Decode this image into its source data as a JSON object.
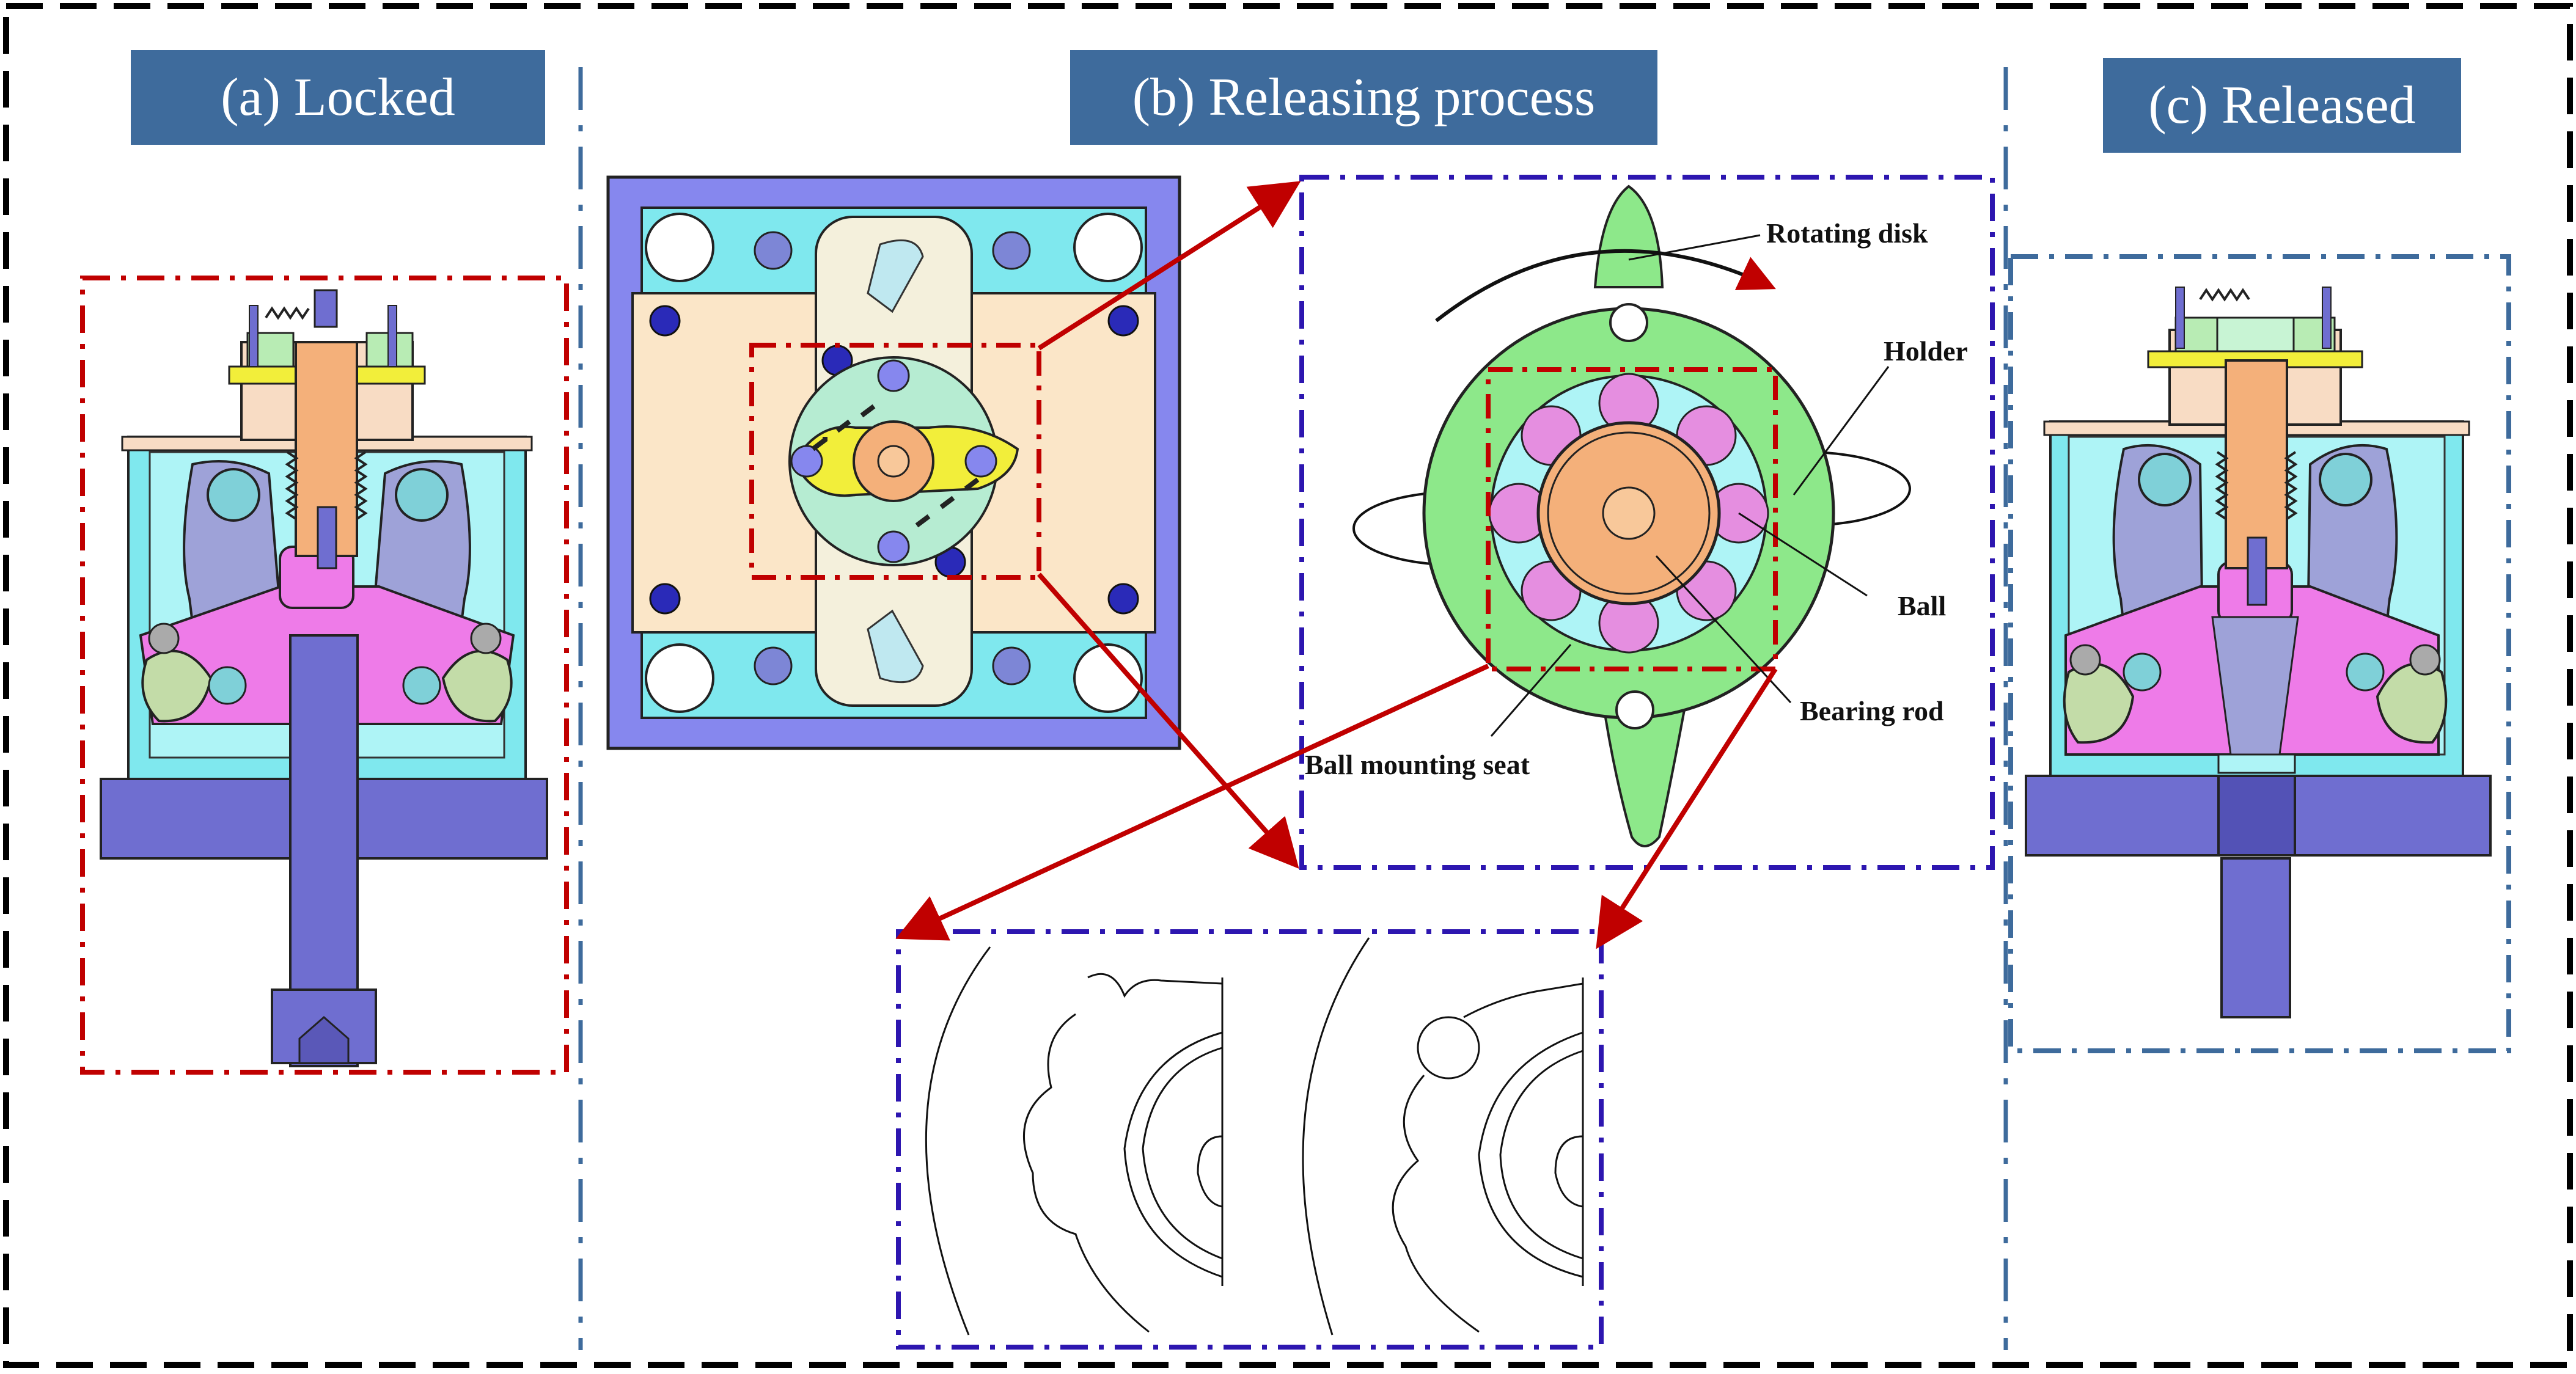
{
  "panels": {
    "locked": "(a) Locked",
    "releasing": "(b) Releasing process",
    "released": "(c) Released"
  },
  "callouts": {
    "rotating_disk": "Rotating disk",
    "holder": "Holder",
    "ball": "Ball",
    "bearing_rod": "Bearing rod",
    "ball_mounting_seat": "Ball mounting seat"
  },
  "colors": {
    "title_bg": "#3e6b9c",
    "red_dash": "#c00000",
    "blue_dash": "#2d16b0",
    "steel_blue_dash": "#3e6b9c",
    "arrow": "#c00000",
    "housing_cyan": "#7fe8ee",
    "lever_lavender": "#9ea2d8",
    "pink": "#ee7be8",
    "purple_base": "#6f6ed0",
    "green_disk": "#8de88a",
    "orange_rod": "#f4b07a",
    "beige_plate": "#fbe6c8",
    "yellow_plate": "#f2ee3a"
  }
}
